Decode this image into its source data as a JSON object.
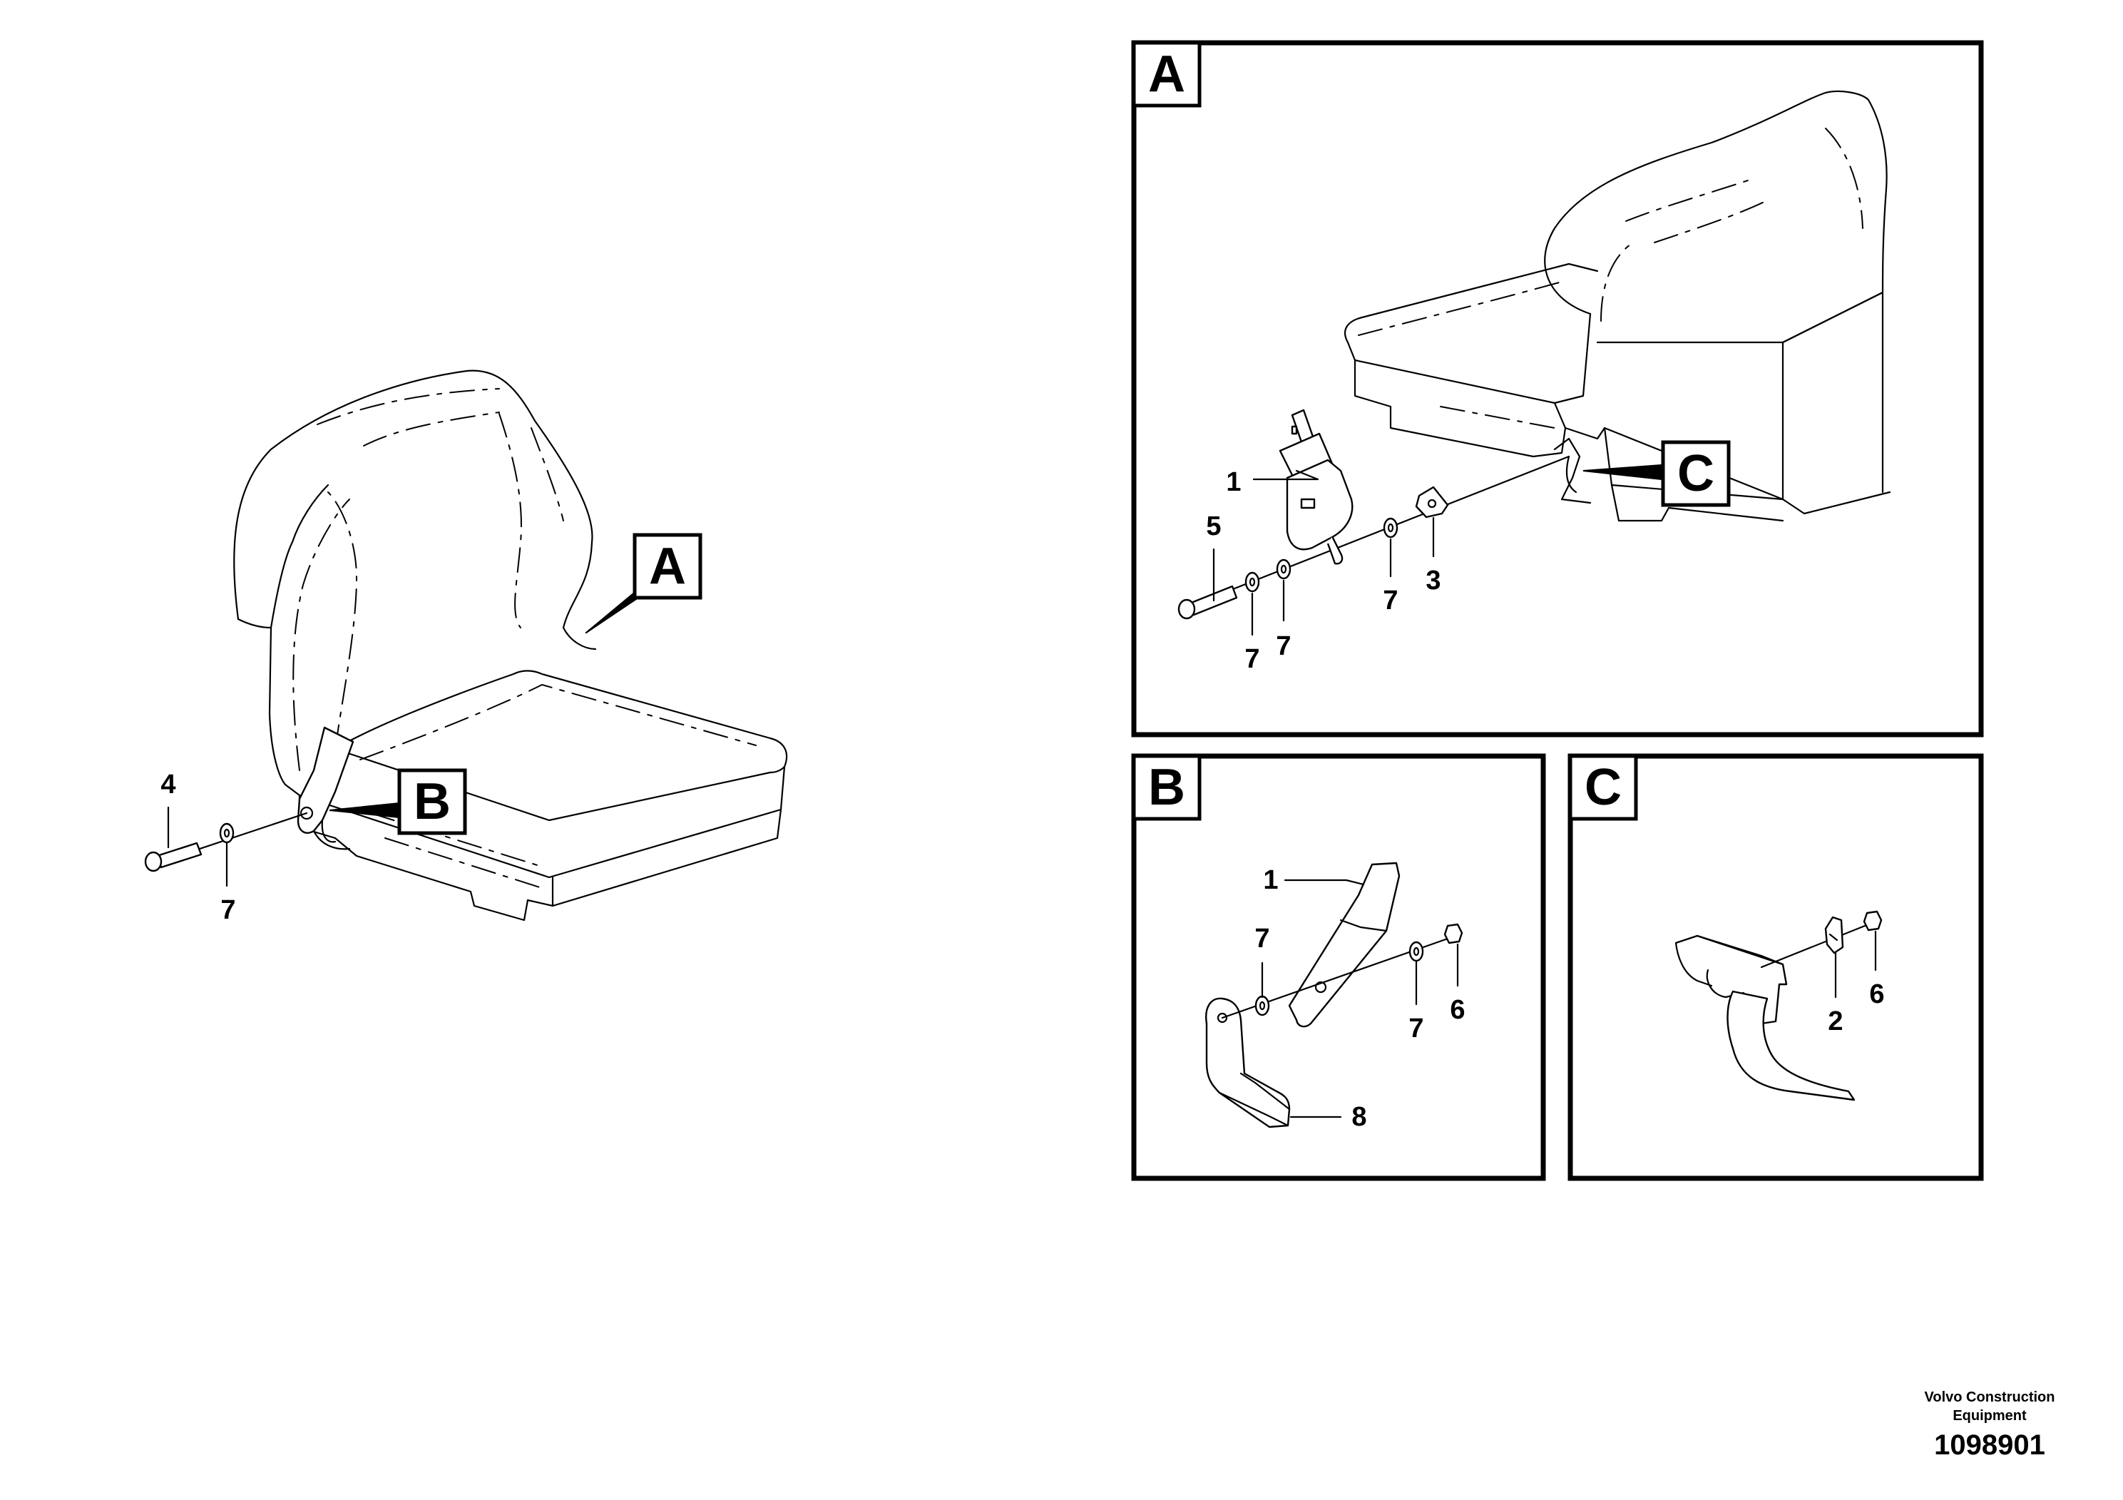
{
  "views": {
    "A": {
      "tag": "A"
    },
    "B": {
      "tag": "B"
    },
    "C": {
      "tag": "C"
    }
  },
  "callouts": {
    "main_4": "4",
    "main_7": "7",
    "a_1": "1",
    "a_5": "5",
    "a_7a": "7",
    "a_7b": "7",
    "a_7c": "7",
    "a_3": "3",
    "b_1": "1",
    "b_7a": "7",
    "b_7b": "7",
    "b_6": "6",
    "b_8": "8",
    "c_2": "2",
    "c_6": "6"
  },
  "footer": {
    "brand_line1": "Volvo Construction",
    "brand_line2": "Equipment",
    "doc_number": "1098901"
  }
}
